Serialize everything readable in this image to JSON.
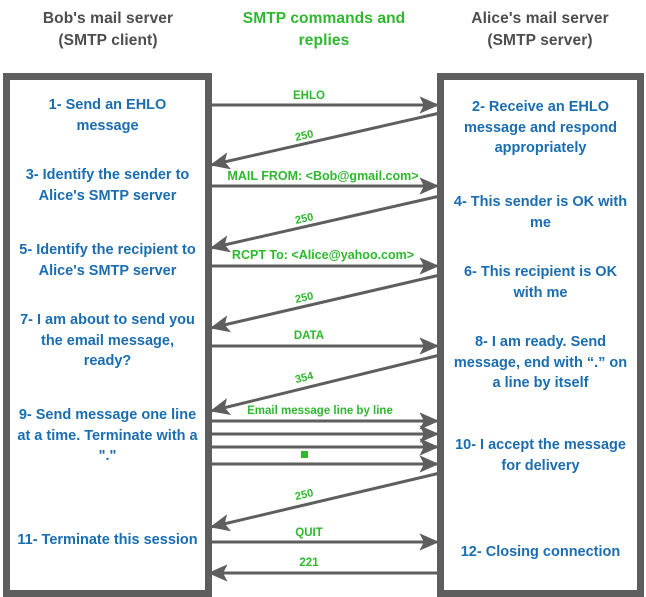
{
  "headers": {
    "left": {
      "line1": "Bob's mail server",
      "line2": "(SMTP client)"
    },
    "middle": {
      "line1": "SMTP commands and",
      "line2": "replies"
    },
    "right": {
      "line1": "Alice's mail server",
      "line2": "(SMTP server)"
    }
  },
  "colors": {
    "step_text": "#1a6db0",
    "header_gray": "#4d4d4d",
    "green": "#2eb82e",
    "panel_gray": "#5e5e5e",
    "background": "#ffffff"
  },
  "client_steps": [
    {
      "id": 1,
      "text": "1- Send an EHLO message"
    },
    {
      "id": 3,
      "text": "3- Identify the sender to Alice's SMTP server"
    },
    {
      "id": 5,
      "text": "5- Identify the recipient to Alice's SMTP server"
    },
    {
      "id": 7,
      "text": "7- I am about to send you the email message, ready?"
    },
    {
      "id": 9,
      "text": "9- Send message one line at a time. Terminate with a \".\""
    },
    {
      "id": 11,
      "text": "11- Terminate this session"
    }
  ],
  "server_steps": [
    {
      "id": 2,
      "text": "2- Receive an EHLO message and respond appropriately"
    },
    {
      "id": 4,
      "text": "4- This sender is OK with me"
    },
    {
      "id": 6,
      "text": "6- This recipient is OK with me"
    },
    {
      "id": 8,
      "text": "8-  I am ready. Send message, end with “.” on a line by itself"
    },
    {
      "id": 10,
      "text": "10-  I accept the message for delivery"
    },
    {
      "id": 12,
      "text": "12-  Closing connection"
    }
  ],
  "messages": [
    {
      "seq": 1,
      "label": "EHLO",
      "direction": "client-to-server",
      "style": "horizontal"
    },
    {
      "seq": 2,
      "label": "250",
      "direction": "server-to-client",
      "style": "diagonal"
    },
    {
      "seq": 3,
      "label": "MAIL FROM: <Bob@gmail.com>",
      "direction": "client-to-server",
      "style": "horizontal"
    },
    {
      "seq": 4,
      "label": "250",
      "direction": "server-to-client",
      "style": "diagonal"
    },
    {
      "seq": 5,
      "label": "RCPT To: <Alice@yahoo.com>",
      "direction": "client-to-server",
      "style": "horizontal"
    },
    {
      "seq": 6,
      "label": "250",
      "direction": "server-to-client",
      "style": "diagonal"
    },
    {
      "seq": 7,
      "label": "DATA",
      "direction": "client-to-server",
      "style": "horizontal"
    },
    {
      "seq": 8,
      "label": "354",
      "direction": "server-to-client",
      "style": "diagonal"
    },
    {
      "seq": 9,
      "label": "Email message line by line",
      "direction": "client-to-server",
      "style": "horizontal"
    },
    {
      "seq": 10,
      "label": "",
      "direction": "client-to-server",
      "style": "horizontal"
    },
    {
      "seq": 11,
      "label": "",
      "direction": "client-to-server",
      "style": "horizontal"
    },
    {
      "seq": 12,
      "label": "",
      "direction": "client-to-server",
      "style": "horizontal",
      "marker": "green-square-dot"
    },
    {
      "seq": 13,
      "label": "250",
      "direction": "server-to-client",
      "style": "diagonal"
    },
    {
      "seq": 14,
      "label": "QUIT",
      "direction": "client-to-server",
      "style": "horizontal"
    },
    {
      "seq": 15,
      "label": "221",
      "direction": "server-to-client",
      "style": "horizontal"
    }
  ],
  "labels": {
    "m1": "EHLO",
    "m2": "250",
    "m3": "MAIL FROM: <Bob@gmail.com>",
    "m4": "250",
    "m5": "RCPT To: <Alice@yahoo.com>",
    "m6": "250",
    "m7": "DATA",
    "m8": "354",
    "m9": "Email message line by line",
    "m13": "250",
    "m14": "QUIT",
    "m15": "221"
  }
}
